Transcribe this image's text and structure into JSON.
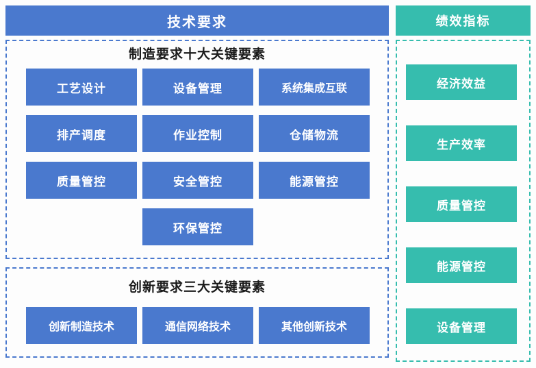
{
  "diagram": {
    "title_left": "技术要求",
    "title_right": "绩效指标",
    "colors": {
      "blue": "#4a79ce",
      "teal": "#36bdae",
      "title_text": "#1a1a1a",
      "cell_text": "#ffffff",
      "background": "#fdfdfd"
    }
  },
  "left_column": {
    "header": "技术要求",
    "sections": [
      {
        "title": "制造要求十大关键要素",
        "items": [
          "工艺设计",
          "设备管理",
          "系统集成互联",
          "排产调度",
          "作业控制",
          "仓储物流",
          "质量管控",
          "安全管控",
          "能源管控",
          "环保管控"
        ]
      },
      {
        "title": "创新要求三大关键要素",
        "items": [
          "创新制造技术",
          "通信网络技术",
          "其他创新技术"
        ]
      }
    ]
  },
  "right_column": {
    "header": "绩效指标",
    "items": [
      "经济效益",
      "生产效率",
      "质量管控",
      "能源管控",
      "设备管理"
    ]
  }
}
